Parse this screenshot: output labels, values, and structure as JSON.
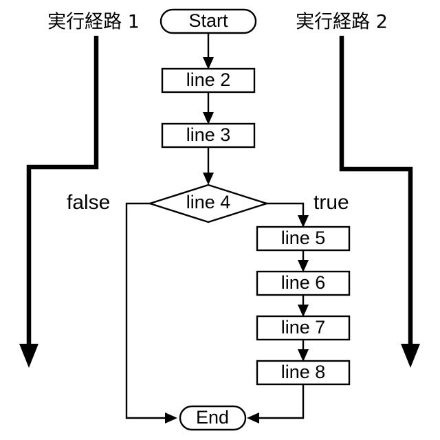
{
  "diagram": {
    "kind": "flowchart",
    "background_color": "#ffffff",
    "stroke_color": "#000000",
    "nodes": {
      "start": {
        "label": "Start",
        "shape": "terminator"
      },
      "line2": {
        "label": "line 2",
        "shape": "process"
      },
      "line3": {
        "label": "line 3",
        "shape": "process"
      },
      "line4": {
        "label": "line 4",
        "shape": "decision"
      },
      "line5": {
        "label": "line 5",
        "shape": "process"
      },
      "line6": {
        "label": "line 6",
        "shape": "process"
      },
      "line7": {
        "label": "line 7",
        "shape": "process"
      },
      "line8": {
        "label": "line 8",
        "shape": "process"
      },
      "end": {
        "label": "End",
        "shape": "terminator"
      }
    },
    "branch_labels": {
      "false": "false",
      "true": "true"
    },
    "execution_paths": [
      {
        "label": "実行経路 1",
        "side": "left"
      },
      {
        "label": "実行経路 2",
        "side": "right"
      }
    ]
  }
}
